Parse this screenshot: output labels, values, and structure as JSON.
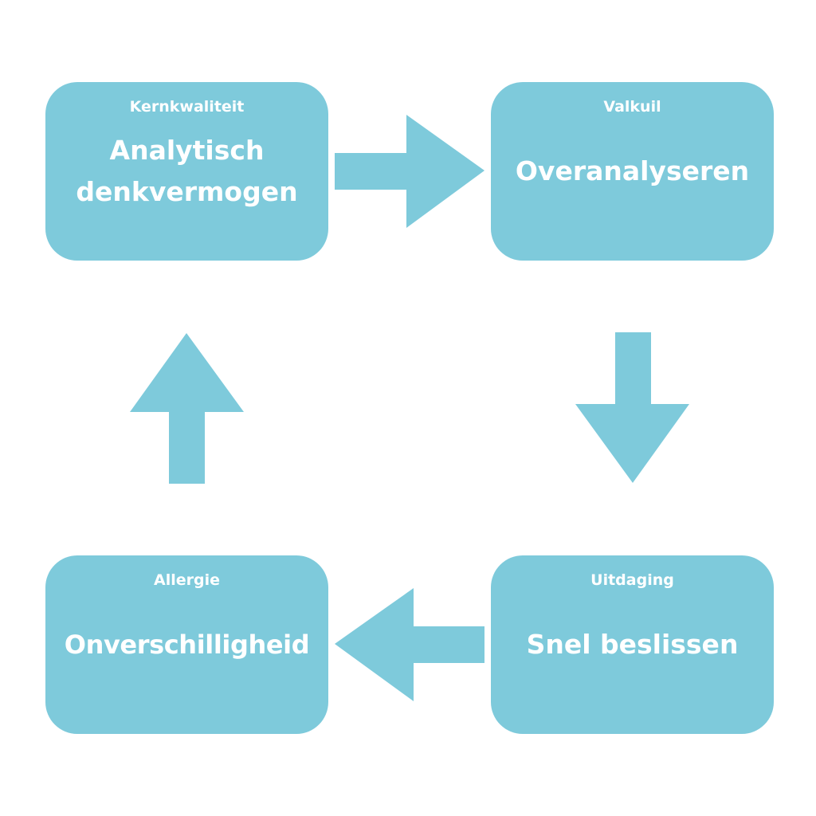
{
  "colors": {
    "box": "#7ecadb",
    "arrow": "#7ecadb",
    "text": "#ffffff",
    "background": "#ffffff"
  },
  "boxes": {
    "kern": {
      "label": "Kernkwaliteit",
      "title_lines": [
        "Analytisch",
        "denkvermogen"
      ]
    },
    "valkuil": {
      "label": "Valkuil",
      "title": "Overanalyseren"
    },
    "uitdaging": {
      "label": "Uitdaging",
      "title": "Snel beslissen"
    },
    "allergie": {
      "label": "Allergie",
      "title": "Onverschilligheid"
    }
  },
  "arrows": [
    {
      "from": "kern",
      "to": "valkuil",
      "direction": "right"
    },
    {
      "from": "valkuil",
      "to": "uitdaging",
      "direction": "down"
    },
    {
      "from": "uitdaging",
      "to": "allergie",
      "direction": "left"
    },
    {
      "from": "allergie",
      "to": "kern",
      "direction": "up"
    }
  ]
}
